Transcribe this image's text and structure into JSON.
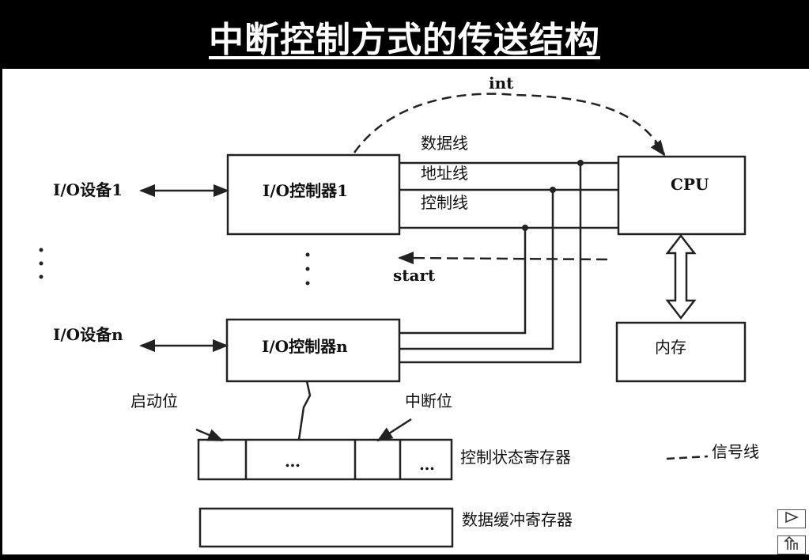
{
  "title": "中断控制方式的传送结构",
  "diagram": {
    "int_label": "int",
    "bus_labels": [
      "数据线",
      "地址线",
      "控制线"
    ],
    "start_label": "start",
    "io_device_1": "I/O设备1",
    "io_device_n": "I/O设备n",
    "io_controller_1": "I/O控制器1",
    "io_controller_n": "I/O控制器n",
    "cpu": "CPU",
    "memory": "内存",
    "start_bit": "启动位",
    "interrupt_bit": "中断位",
    "register_cell_dots": "…",
    "control_status_register": "控制状态寄存器",
    "data_buffer_register": "数据缓冲寄存器",
    "legend_signal_line": "信号线"
  },
  "nav": {
    "next_icon": "play-triangle-icon",
    "return_icon": "return-arrow-icon"
  }
}
